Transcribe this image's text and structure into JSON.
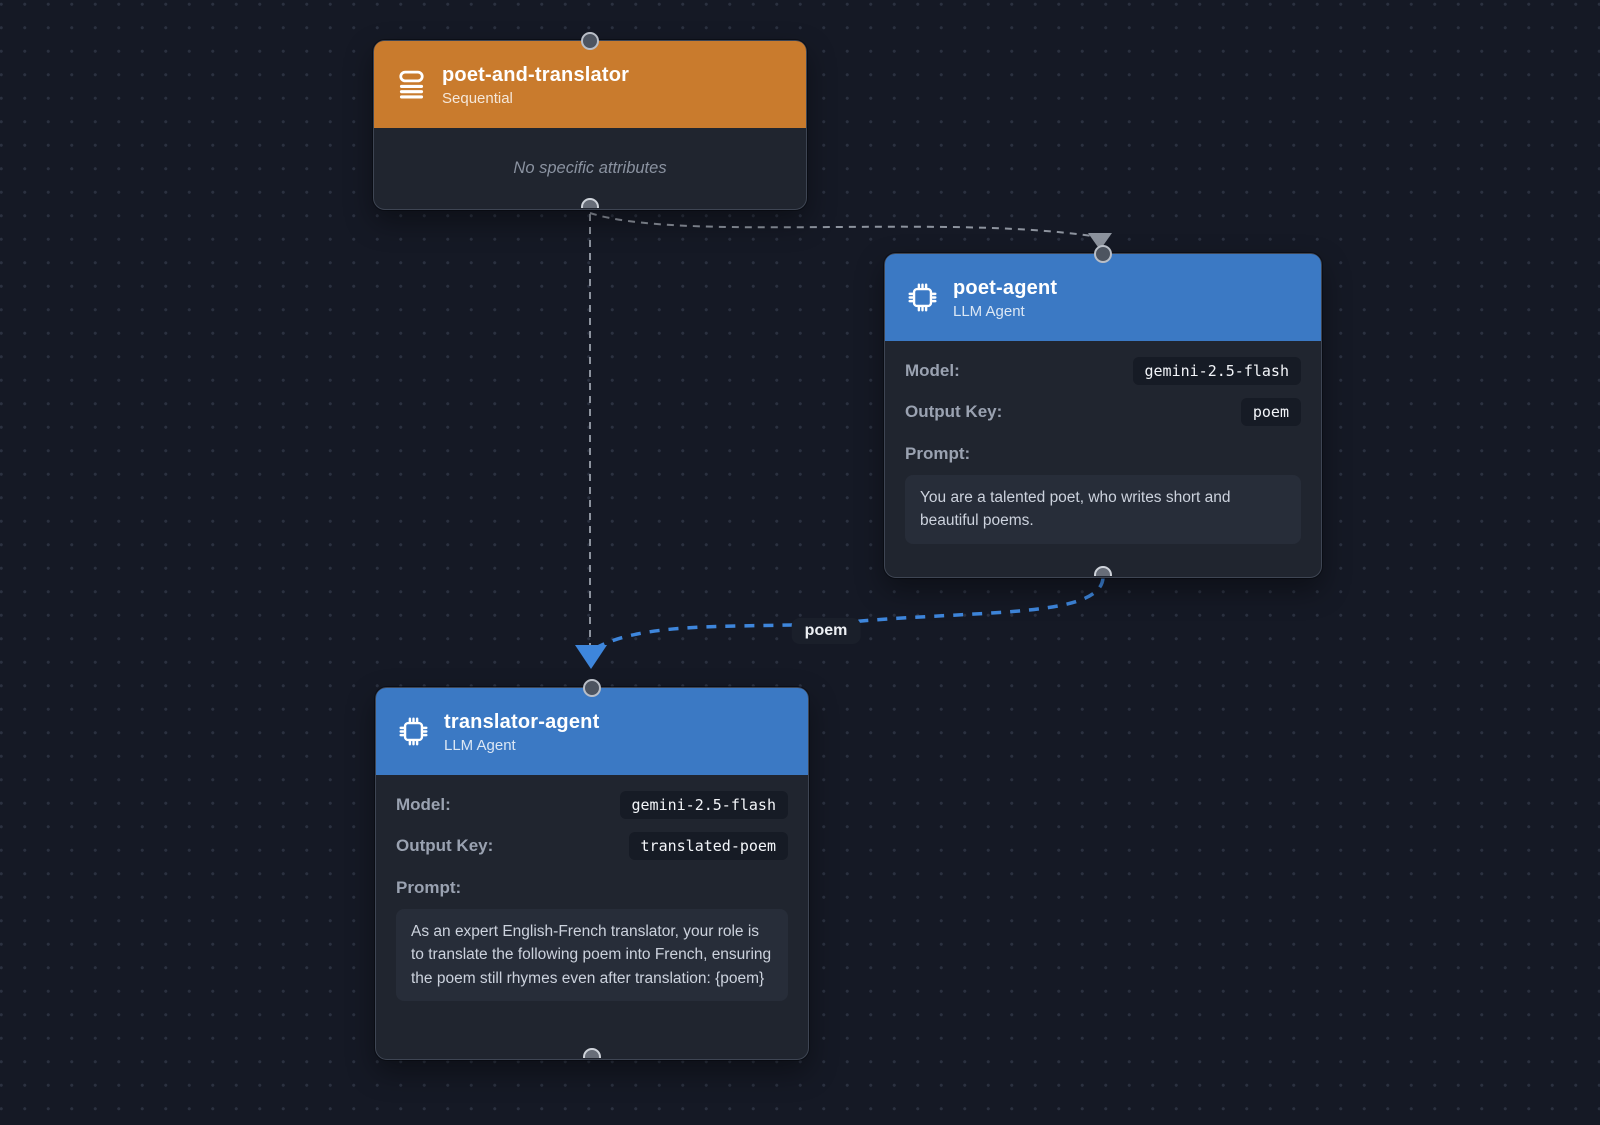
{
  "canvas": {
    "background_color": "#151925",
    "dot_grid_color": "#2b3140"
  },
  "nodes": [
    {
      "title": "poet-and-translator",
      "subtitle": "Sequential",
      "type": "SequentialAgent",
      "icon": "queue-list-icon",
      "header_color": "#c97b2d",
      "body_text": "No specific attributes"
    },
    {
      "title": "poet-agent",
      "subtitle": "LLM Agent",
      "type": "LlmAgent",
      "icon": "cpu-icon",
      "header_color": "#3b79c4",
      "fields": [
        {
          "label": "Model:",
          "value": "gemini-2.5-flash"
        },
        {
          "label": "Output Key:",
          "value": "poem"
        }
      ],
      "prompt_label": "Prompt:",
      "prompt": "You are a talented poet, who writes short and beautiful poems."
    },
    {
      "title": "translator-agent",
      "subtitle": "LLM Agent",
      "type": "LlmAgent",
      "icon": "cpu-icon",
      "header_color": "#3b79c4",
      "fields": [
        {
          "label": "Model:",
          "value": "gemini-2.5-flash"
        },
        {
          "label": "Output Key:",
          "value": "translated-poem"
        }
      ],
      "prompt_label": "Prompt:",
      "prompt": "As an expert English-French translator, your role is to translate the following poem into French, ensuring the poem still rhymes even after translation: {poem}"
    }
  ],
  "edges": [
    {
      "from": "poet-and-translator",
      "to": "poet-agent",
      "style": "dashed",
      "color": "#8d939e",
      "label": ""
    },
    {
      "from": "poet-and-translator",
      "to": "translator-agent",
      "style": "dashed",
      "color": "#8d939e",
      "label": ""
    },
    {
      "from": "poet-agent",
      "to": "translator-agent",
      "style": "dashed",
      "color": "#3e86dc",
      "label": "poem"
    }
  ]
}
